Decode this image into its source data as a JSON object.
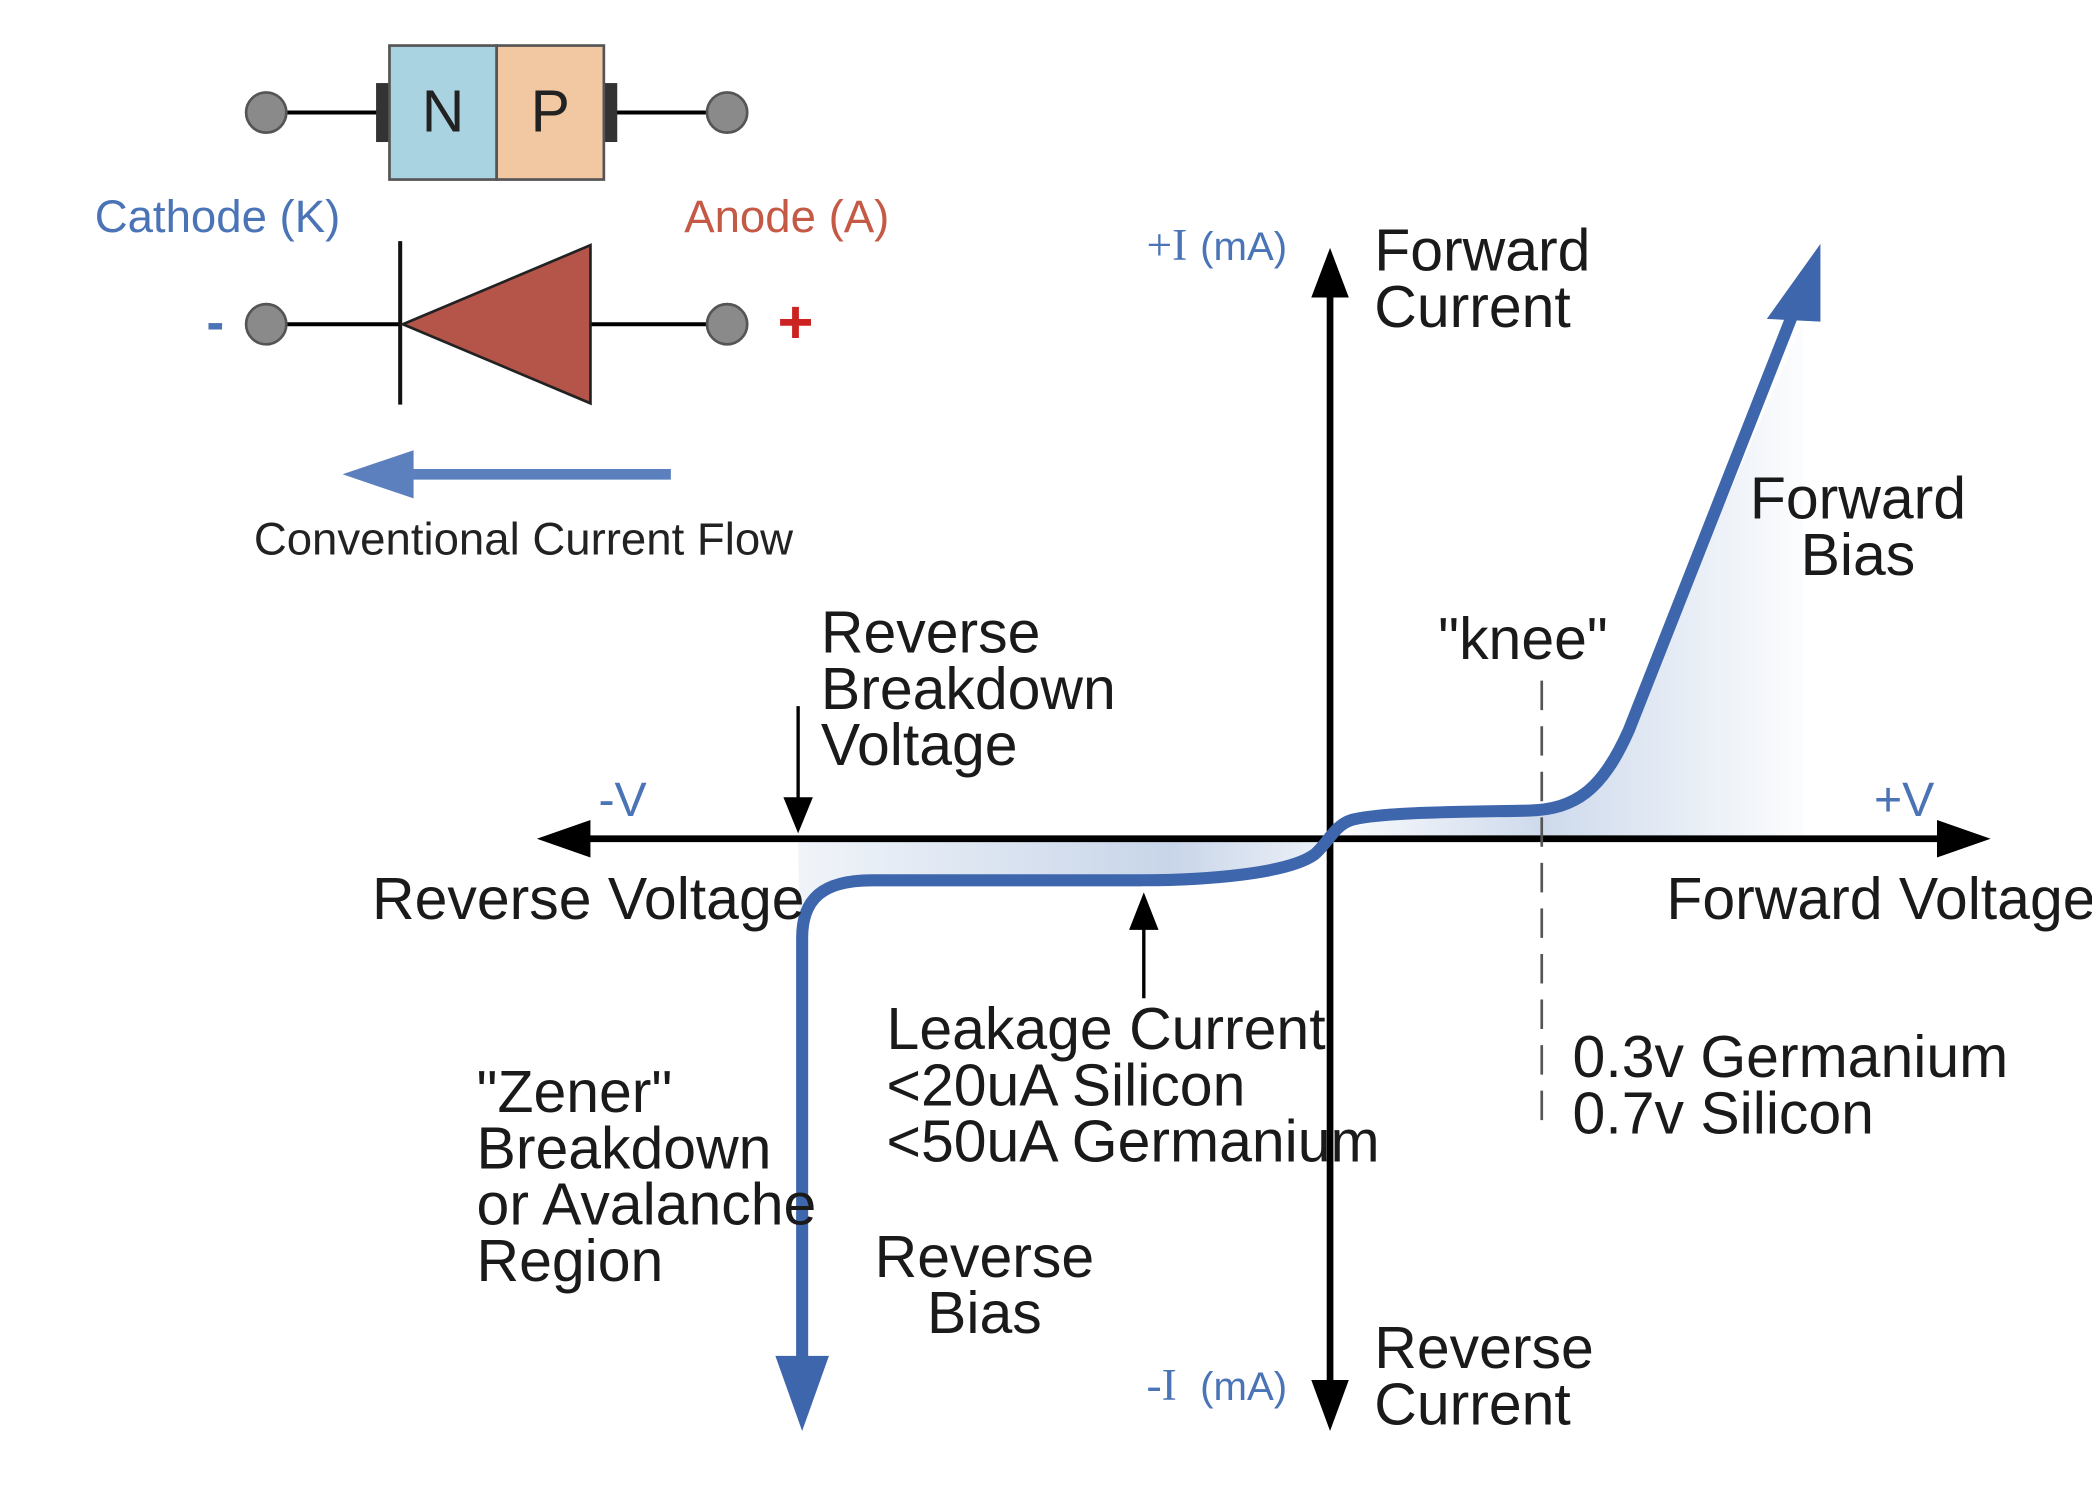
{
  "diode": {
    "n_label": "N",
    "p_label": "P",
    "cathode_label": "Cathode (K)",
    "anode_label": "Anode (A)",
    "minus_sign": "-",
    "plus_sign": "+",
    "current_flow_label": "Conventional Current Flow",
    "colors": {
      "n_region": "#a9d3e0",
      "p_region": "#f2c8a2",
      "diode_triangle": "#b5554a",
      "terminal": "#8a8a8a",
      "cathode_text": "#4a74b6",
      "anode_text": "#c45a46",
      "plus_sign": "#cc2222",
      "arrow": "#5b80bd"
    }
  },
  "axes": {
    "plus_i": "+I",
    "minus_i": "-I",
    "ma_unit": "(mA)",
    "plus_v": "+V",
    "minus_v": "-V",
    "forward_current": [
      "Forward",
      "Current"
    ],
    "reverse_current": [
      "Reverse",
      "Current"
    ],
    "forward_voltage": "Forward Voltage",
    "reverse_voltage": "Reverse Voltage"
  },
  "annotations": {
    "forward_bias": [
      "Forward",
      "Bias"
    ],
    "knee": "\"knee\"",
    "reverse_breakdown": [
      "Reverse",
      "Breakdown",
      "Voltage"
    ],
    "leakage": [
      "Leakage Current",
      "<20uA Silicon",
      "<50uA Germanium"
    ],
    "zener": [
      "\"Zener\"",
      "Breakdown",
      "or Avalanche",
      "Region"
    ],
    "reverse_bias": [
      "Reverse",
      "Bias"
    ],
    "threshold": [
      "0.3v Germanium",
      "0.7v Silicon"
    ]
  },
  "curve": {
    "color": "#3e66ad",
    "shade_color": "#c5d3e8"
  }
}
